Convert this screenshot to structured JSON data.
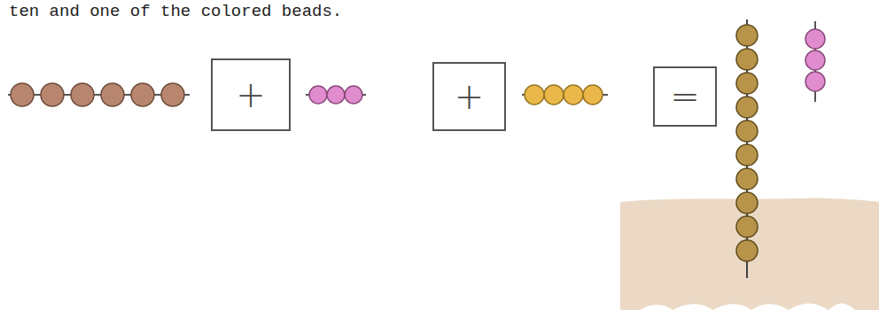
{
  "diagram": {
    "nodes": [
      {
        "text": [
          "+"
        ]
      },
      {
        "text": [
          "+"
        ]
      },
      {
        "text": [
          "="
        ]
      }
    ],
    "labels": [
      "ten and one of the colored beads."
    ]
  }
}
